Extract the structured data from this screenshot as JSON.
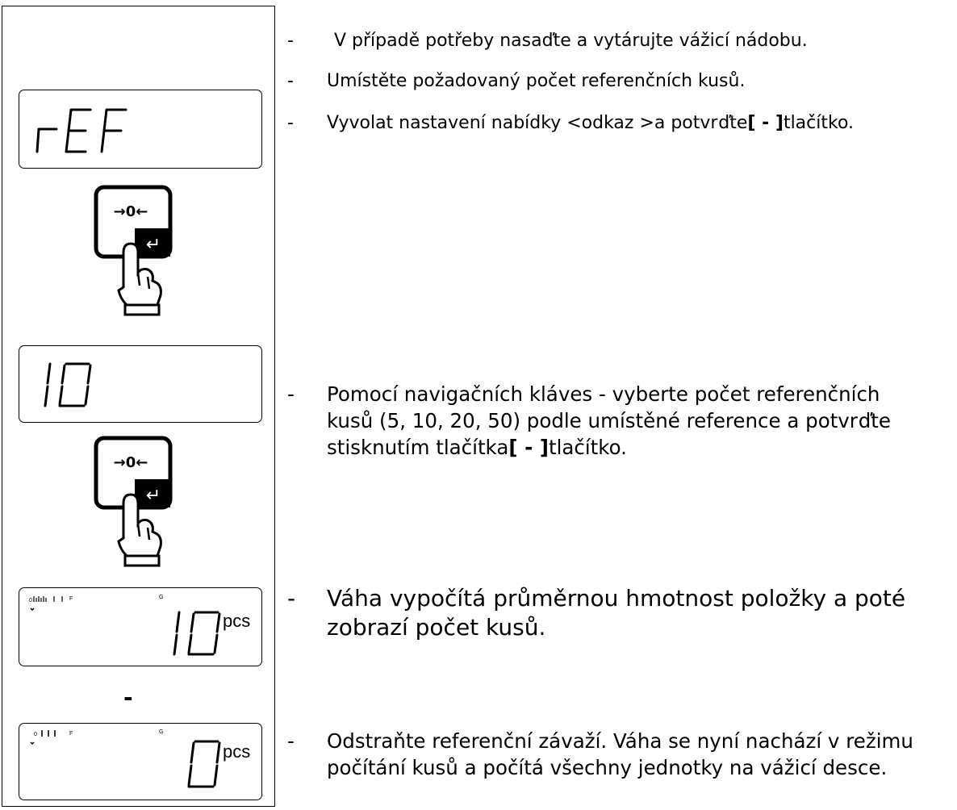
{
  "steps": [
    {
      "dash": "-",
      "text": "V případě potřeby nasaďte a vytárujte vážicí nádobu."
    },
    {
      "dash": "-",
      "text": "Umístěte požadovaný počet referenčních kusů."
    },
    {
      "dash": "-",
      "pre": "Vyvolat nastavení nabídky <odkaz >a potvrďte",
      "bold": "[ - ]",
      "post": "tlačítko."
    },
    {
      "dash": "-",
      "line1": "Pomocí navigačních kláves - vyberte počet referenčních",
      "line2": "kusů (5, 10, 20, 50) podle umístěné reference a potvrďte",
      "line3_pre": "stisknutím tlačítka",
      "bold": "[ - ]",
      "line3_post": "tlačítko."
    },
    {
      "dash": "-",
      "line1": "Váha vypočítá průměrnou hmotnost položky a poté",
      "line2": "zobrazí počet kusů."
    },
    {
      "dash": "-",
      "line1": "Odstraňte referenční závaží. Váha se nyní nachází v režimu",
      "line2": "počítání kusů a počítá všechny jednotky na vážicí desce."
    }
  ],
  "displays": {
    "ref_text": "rEF",
    "count_text": "10",
    "pcs_unit": "pcs",
    "indicator_f": "F",
    "indicator_g": "G",
    "indicator_zero": "0"
  },
  "key": {
    "label": "→0←",
    "enter": "↵"
  },
  "separator": "-"
}
